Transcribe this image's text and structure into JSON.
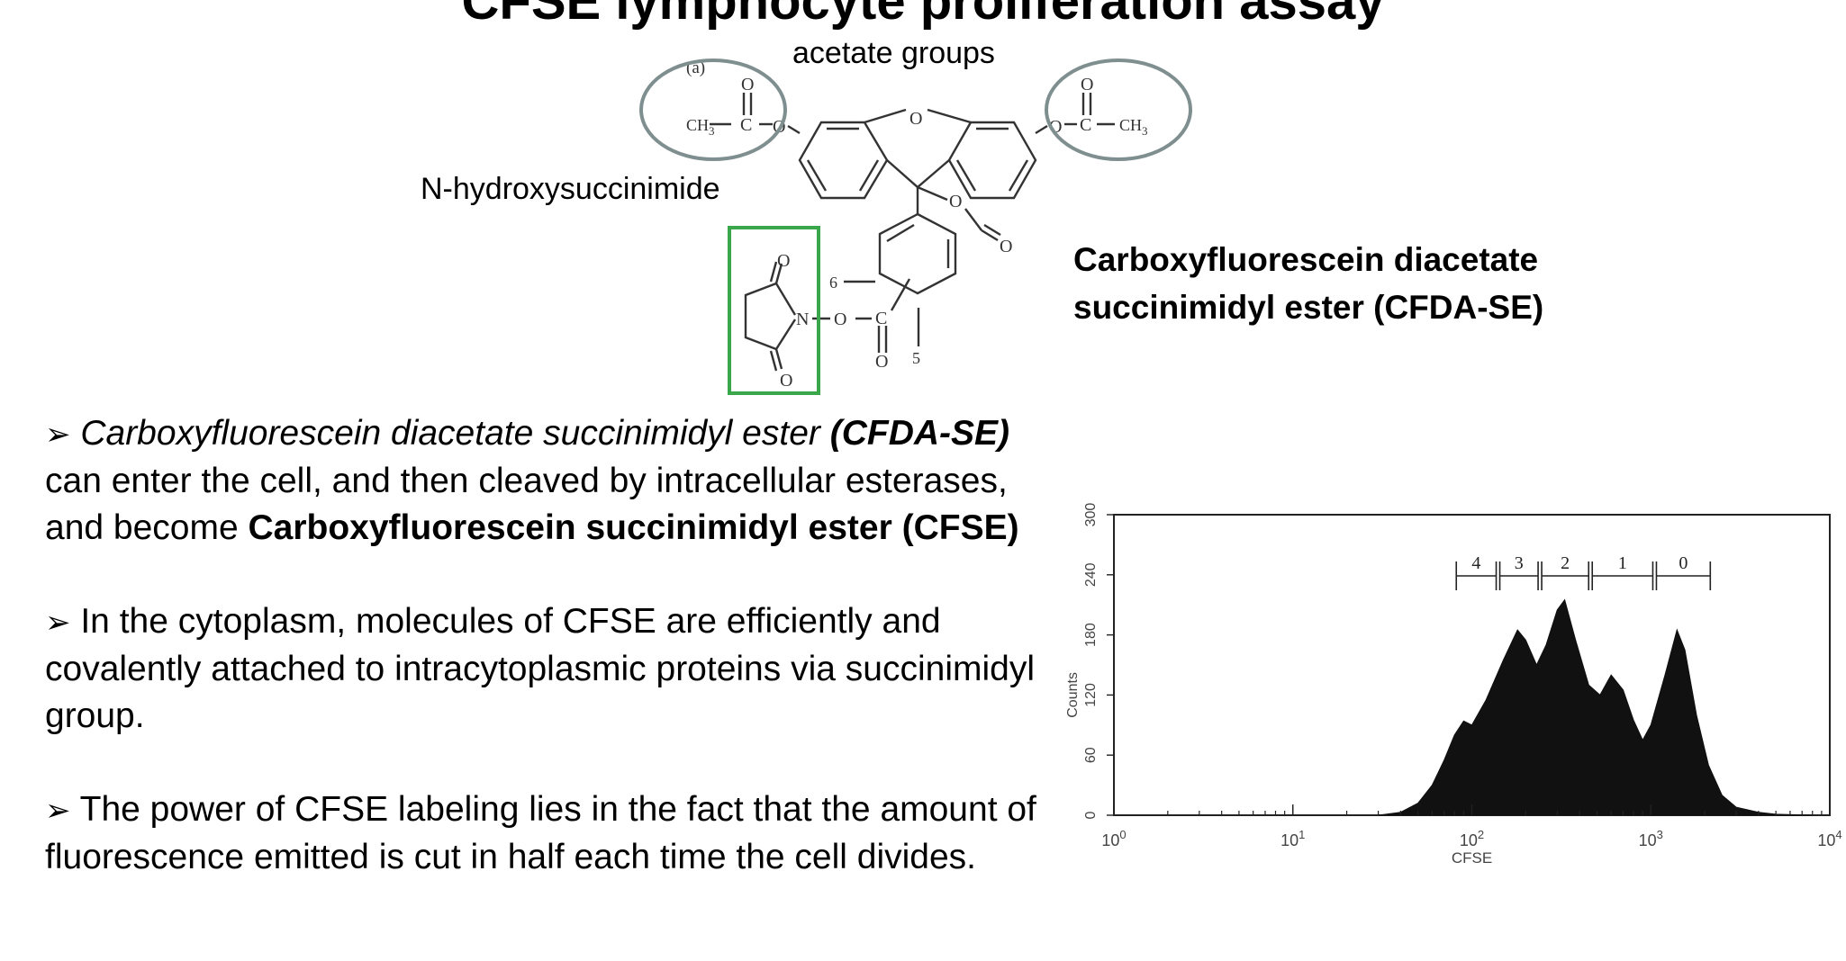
{
  "slide": {
    "title": "CFSE lymphocyte proliferation assay",
    "structure_labels": {
      "acetate": "acetate groups",
      "nhs": "N-hydroxysuccinimide"
    },
    "compound_name_line1": "Carboxyfluorescein diacetate",
    "compound_name_line2": "succinimidyl ester (CFDA-SE)"
  },
  "structure": {
    "panel_label": "(a)",
    "atoms": {
      "o": "O",
      "n": "N",
      "c": "C",
      "ch3": "CH",
      "sub3": "3",
      "pos6": "6",
      "pos5": "5"
    }
  },
  "bullets": [
    {
      "mark": "➢",
      "i1": "Carboxyfluorescein diacetate succinimidyl ester ",
      "bi1": "(CFDA-SE)",
      "t1": " can enter the cell, and then cleaved by intracellular esterases, and become ",
      "b1": "Carboxyfluorescein succinimidyl ester (CFSE)"
    },
    {
      "mark": "➢",
      "text": " In the cytoplasm, molecules of CFSE are efficiently and covalently attached to intracytoplasmic proteins via succinimidyl group."
    },
    {
      "mark": "➢",
      "text": " The power of CFSE labeling lies in the fact that the amount of fluorescence emitted is cut in half each time the cell divides."
    }
  ],
  "chart_data": {
    "type": "area",
    "xlabel": "CFSE",
    "ylabel": "Counts",
    "x_scale": "log",
    "xlim": [
      1,
      10000
    ],
    "ylim": [
      0,
      300
    ],
    "x_ticks": [
      {
        "base": "10",
        "exp": "0",
        "value": 1
      },
      {
        "base": "10",
        "exp": "1",
        "value": 10
      },
      {
        "base": "10",
        "exp": "2",
        "value": 100
      },
      {
        "base": "10",
        "exp": "3",
        "value": 1000
      },
      {
        "base": "10",
        "exp": "4",
        "value": 10000
      }
    ],
    "y_ticks": [
      "0",
      "60",
      "120",
      "180",
      "240",
      "300"
    ],
    "gates": [
      {
        "label": "4",
        "range": [
          80,
          140
        ]
      },
      {
        "label": "3",
        "range": [
          140,
          240
        ]
      },
      {
        "label": "2",
        "range": [
          240,
          460
        ]
      },
      {
        "label": "1",
        "range": [
          460,
          1050
        ]
      },
      {
        "label": "0",
        "range": [
          1050,
          2200
        ]
      }
    ],
    "series": [
      {
        "color": "#111111",
        "points": [
          [
            30,
            0
          ],
          [
            40,
            3
          ],
          [
            50,
            12
          ],
          [
            60,
            30
          ],
          [
            70,
            55
          ],
          [
            80,
            80
          ],
          [
            90,
            94
          ],
          [
            100,
            90
          ],
          [
            120,
            115
          ],
          [
            150,
            155
          ],
          [
            180,
            185
          ],
          [
            200,
            175
          ],
          [
            230,
            150
          ],
          [
            260,
            170
          ],
          [
            300,
            205
          ],
          [
            330,
            215
          ],
          [
            380,
            175
          ],
          [
            450,
            130
          ],
          [
            520,
            120
          ],
          [
            600,
            140
          ],
          [
            700,
            125
          ],
          [
            800,
            95
          ],
          [
            900,
            75
          ],
          [
            1000,
            90
          ],
          [
            1200,
            140
          ],
          [
            1400,
            185
          ],
          [
            1550,
            165
          ],
          [
            1800,
            100
          ],
          [
            2100,
            50
          ],
          [
            2500,
            20
          ],
          [
            3000,
            8
          ],
          [
            4000,
            3
          ],
          [
            5000,
            1
          ],
          [
            8000,
            0
          ]
        ]
      }
    ]
  }
}
